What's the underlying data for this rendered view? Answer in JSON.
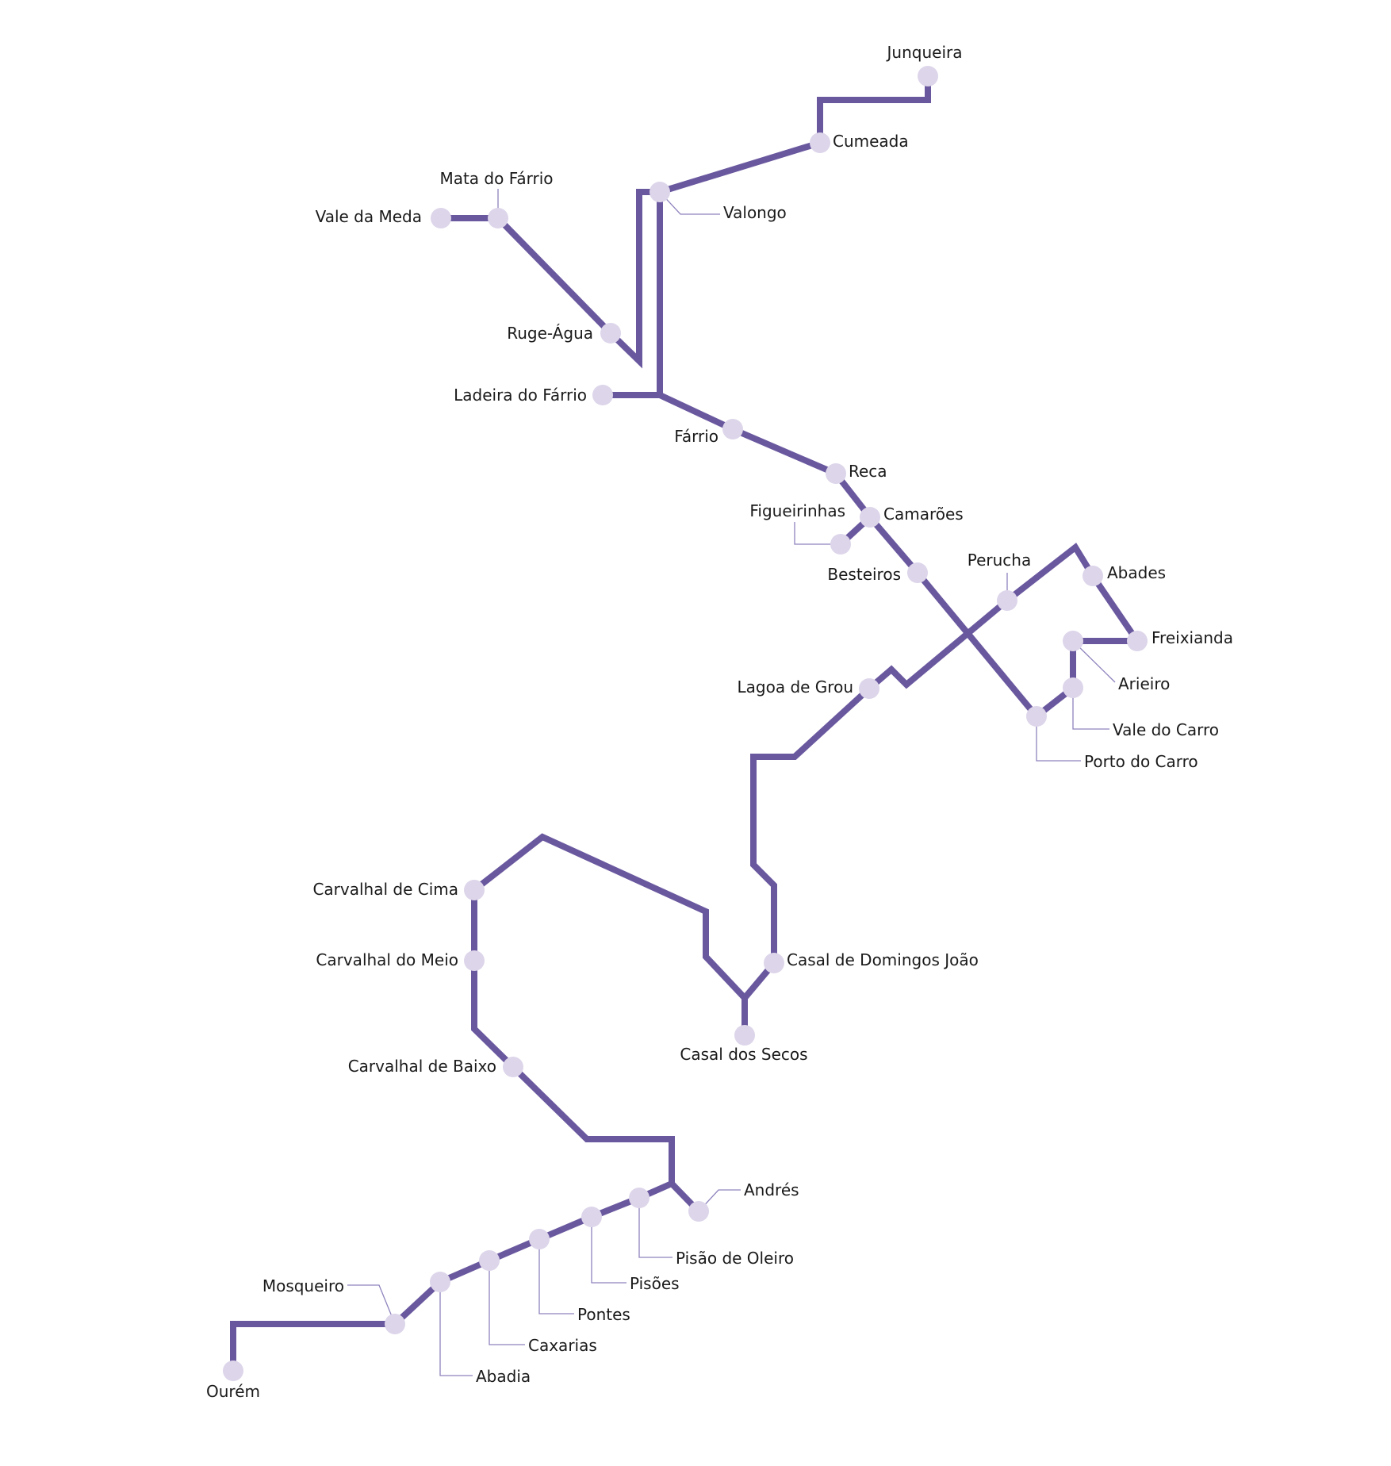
{
  "colors": {
    "route": "#6a589f",
    "stop": "#ddd5ea",
    "leader": "#8f83bd",
    "label": "#1a1a1a"
  },
  "stations": {
    "junqueira": "Junqueira",
    "cumeada": "Cumeada",
    "valongo": "Valongo",
    "mata_do_farrio": "Mata do Fárrio",
    "vale_da_meda": "Vale da Meda",
    "ruge_agua": "Ruge-Água",
    "ladeira_do_farrio": "Ladeira do Fárrio",
    "farrio": "Fárrio",
    "reca": "Reca",
    "figueirinhas": "Figueirinhas",
    "camaroes": "Camarões",
    "besteiros": "Besteiros",
    "perucha": "Perucha",
    "abades": "Abades",
    "freixianda": "Freixianda",
    "arieiro": "Arieiro",
    "vale_do_carro": "Vale do Carro",
    "porto_do_carro": "Porto do Carro",
    "lagoa_de_grou": "Lagoa de Grou",
    "carvalhal_de_cima": "Carvalhal de Cima",
    "carvalhal_do_meio": "Carvalhal do Meio",
    "casal_de_domingos_joao": "Casal de Domingos João",
    "casal_dos_secos": "Casal dos Secos",
    "carvalhal_de_baixo": "Carvalhal de Baixo",
    "andres": "Andrés",
    "pisao_de_oleiro": "Pisão de Oleiro",
    "pisoes": "Pisões",
    "pontes": "Pontes",
    "caxarias": "Caxarias",
    "abadia": "Abadia",
    "mosqueiro": "Mosqueiro",
    "ourem": "Ourém"
  }
}
